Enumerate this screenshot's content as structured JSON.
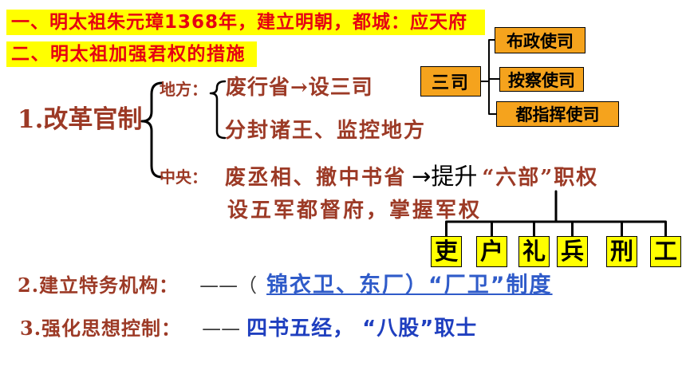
{
  "banners": {
    "founding": "一、明太祖朱元璋1368年，建立明朝，都城：应天府",
    "measures": "二、明太祖加强君权的措施"
  },
  "reform": {
    "title": "1.改革官制",
    "local": {
      "label": "地方：",
      "items": [
        "废行省→设三司",
        "分封诸王、监控地方"
      ]
    },
    "central": {
      "label": "中央：",
      "abolish": "废丞相、撤中书省",
      "arrow": "→提升",
      "ministries": "“六部”职权",
      "military": "设五军都督府，掌握军权"
    }
  },
  "three_offices": {
    "label": "三司",
    "branches": [
      "布政使司",
      "按察使司",
      "都指挥使司"
    ]
  },
  "six_ministries": [
    "吏",
    "户",
    "礼",
    "兵",
    "刑",
    "工"
  ],
  "secret_police": {
    "title": "2.建立特务机构：",
    "prefix": "——（",
    "detail": "锦衣卫、东厂）“厂卫”制度"
  },
  "thought_control": {
    "title": "3.强化思想控制：",
    "prefix": "——",
    "detail": "四书五经， “八股”取士"
  },
  "colors": {
    "banner-bg": "#ffff00",
    "banner-text": "#e60012",
    "brown": "#9c3a26",
    "blue-link": "#2f5bc9",
    "blue-text": "#1f3fbf",
    "orange": "#f5a31d",
    "box-yellow": "#ffff00",
    "ink": "#000000",
    "dash": "#3a3a3a"
  }
}
